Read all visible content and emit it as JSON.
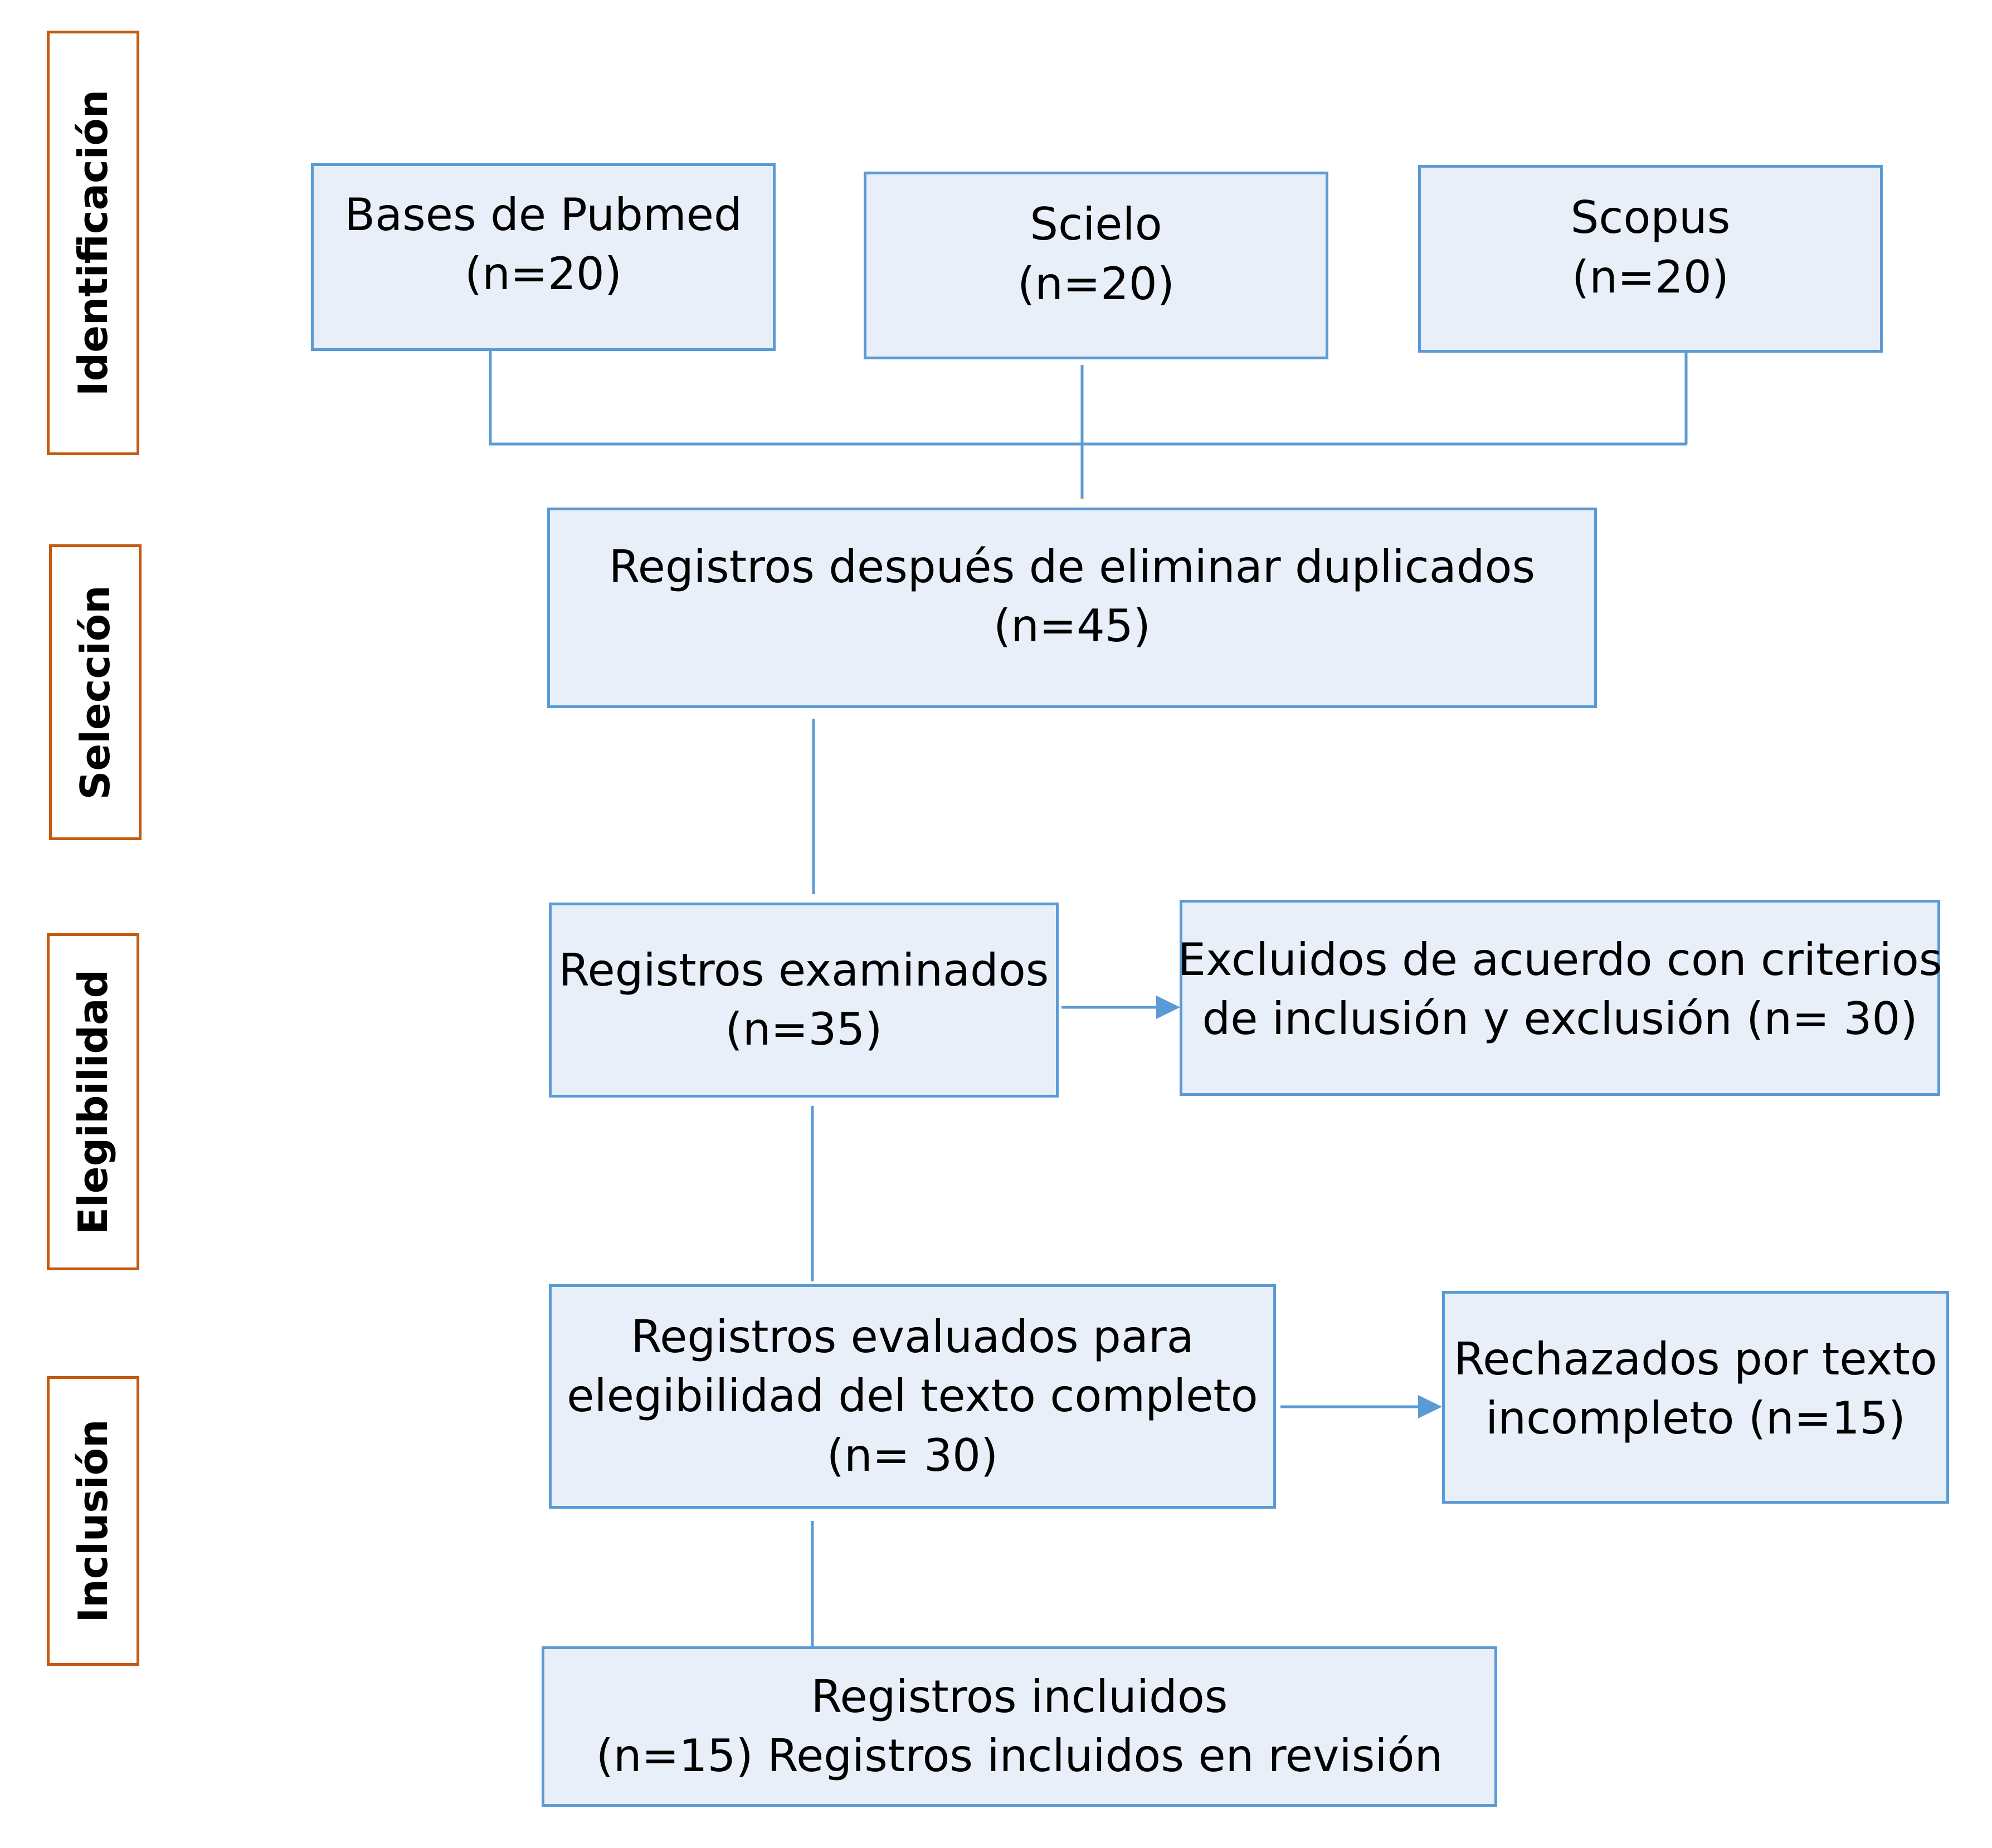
{
  "colors": {
    "box_fill": "#e9eff8",
    "box_border": "#5b9bd5",
    "connector": "#5b9bd5",
    "phase_border": "#c55a11",
    "text": "#000000"
  },
  "phases": {
    "identification": "Identificación",
    "selection": "Selección",
    "eligibility": "Elegibilidad",
    "inclusion": "Inclusión"
  },
  "sources": [
    {
      "name": "Bases de Pubmed",
      "count": "(n=20)"
    },
    {
      "name": "Scielo",
      "count": "(n=20)"
    },
    {
      "name": "Scopus",
      "count": "(n=20)"
    }
  ],
  "after_duplicates": {
    "label": "Registros después de eliminar duplicados",
    "count": "(n=45)"
  },
  "screened": {
    "label": "Registros examinados",
    "count": "(n=35)"
  },
  "excluded": {
    "line1": "Excluidos de  acuerdo con criterios",
    "line2": "de inclusión y exclusión (n= 30)"
  },
  "full_text": {
    "line1": "Registros evaluados para",
    "line2": "elegibilidad del texto completo",
    "count": "(n= 30)"
  },
  "rejected": {
    "line1": "Rechazados por texto",
    "line2": "incompleto (n=15)"
  },
  "included": {
    "line1": "Registros incluidos",
    "line2": "(n=15) Registros incluidos en revisión"
  }
}
